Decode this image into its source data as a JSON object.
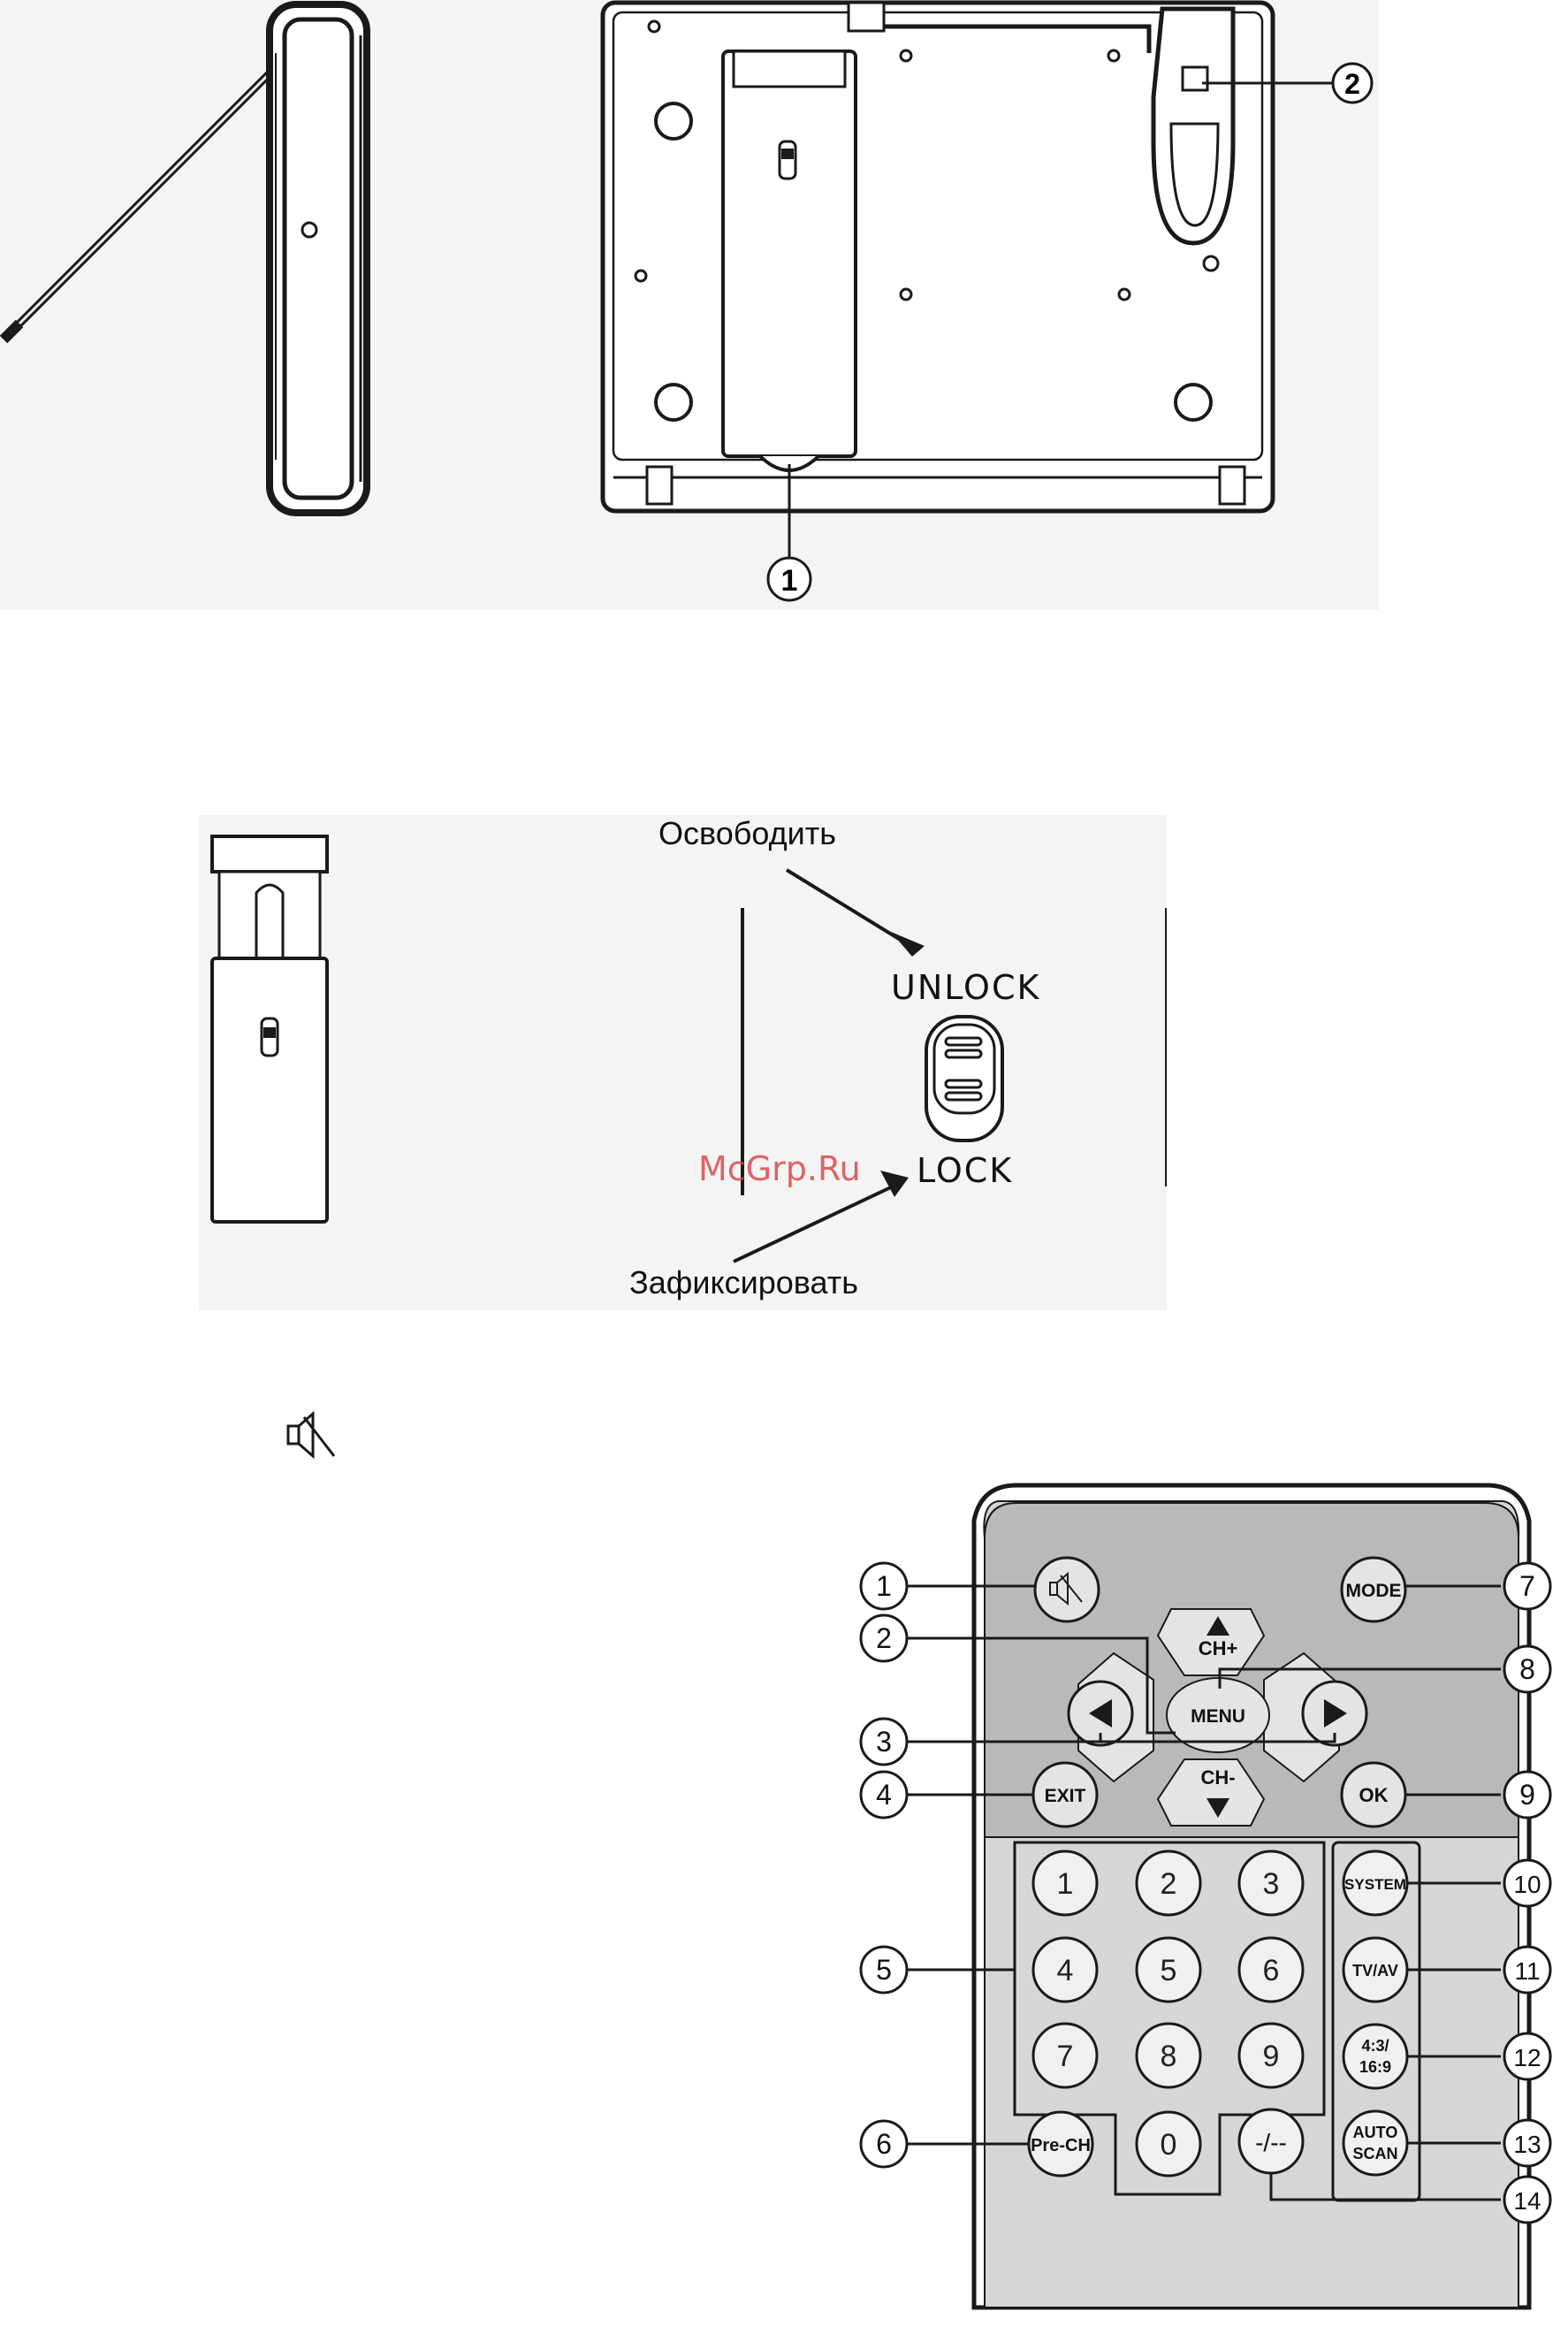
{
  "figure_tv": {
    "callouts": [
      "1",
      "2"
    ]
  },
  "figure_stand": {
    "release_label": "Освободить",
    "fix_label": "Зафиксировать",
    "unlock_text": "UNLOCK",
    "lock_text": "LOCK"
  },
  "watermark": "McGrp.Ru",
  "remote": {
    "buttons": {
      "mute": "mute-icon",
      "mode": "MODE",
      "ch_plus": "CH+",
      "menu": "MENU",
      "ch_minus": "CH-",
      "exit": "EXIT",
      "ok": "OK",
      "system": "SYSTEM",
      "tvav": "TV/AV",
      "aspect_line1": "4:3/",
      "aspect_line2": "16:9",
      "autoscan_line1": "AUTO",
      "autoscan_line2": "SCAN",
      "prech": "Pre-CH",
      "dash": "-/--",
      "digits": [
        "1",
        "2",
        "3",
        "4",
        "5",
        "6",
        "7",
        "8",
        "9",
        "0"
      ]
    },
    "callouts": [
      "1",
      "2",
      "3",
      "4",
      "5",
      "6",
      "7",
      "8",
      "9",
      "10",
      "11",
      "12",
      "13",
      "14"
    ]
  },
  "colors": {
    "line": "#1a1a1a",
    "panel": "#f4f4f4",
    "remote_top": "#b9b9b9",
    "remote_bottom": "#d6d6d6",
    "remote_button": "#e4e4e4",
    "watermark": "#d94a4a"
  }
}
